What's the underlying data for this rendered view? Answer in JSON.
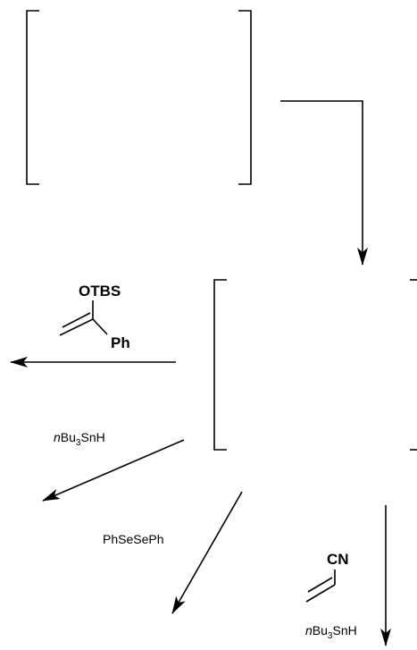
{
  "reagents": {
    "enol_ether": {
      "group": "OTBS",
      "substituent": "Ph"
    },
    "tin_hydride_left": {
      "prefix": "n",
      "main": "Bu",
      "sub": "3",
      "suffix": "SnH"
    },
    "diselenide": {
      "label": "PhSeSePh"
    },
    "acrylonitrile": {
      "group": "CN"
    },
    "tin_hydride_right": {
      "prefix": "n",
      "main": "Bu",
      "sub": "3",
      "suffix": "SnH"
    }
  },
  "colors": {
    "ink": "#000000",
    "background": "#ffffff"
  }
}
